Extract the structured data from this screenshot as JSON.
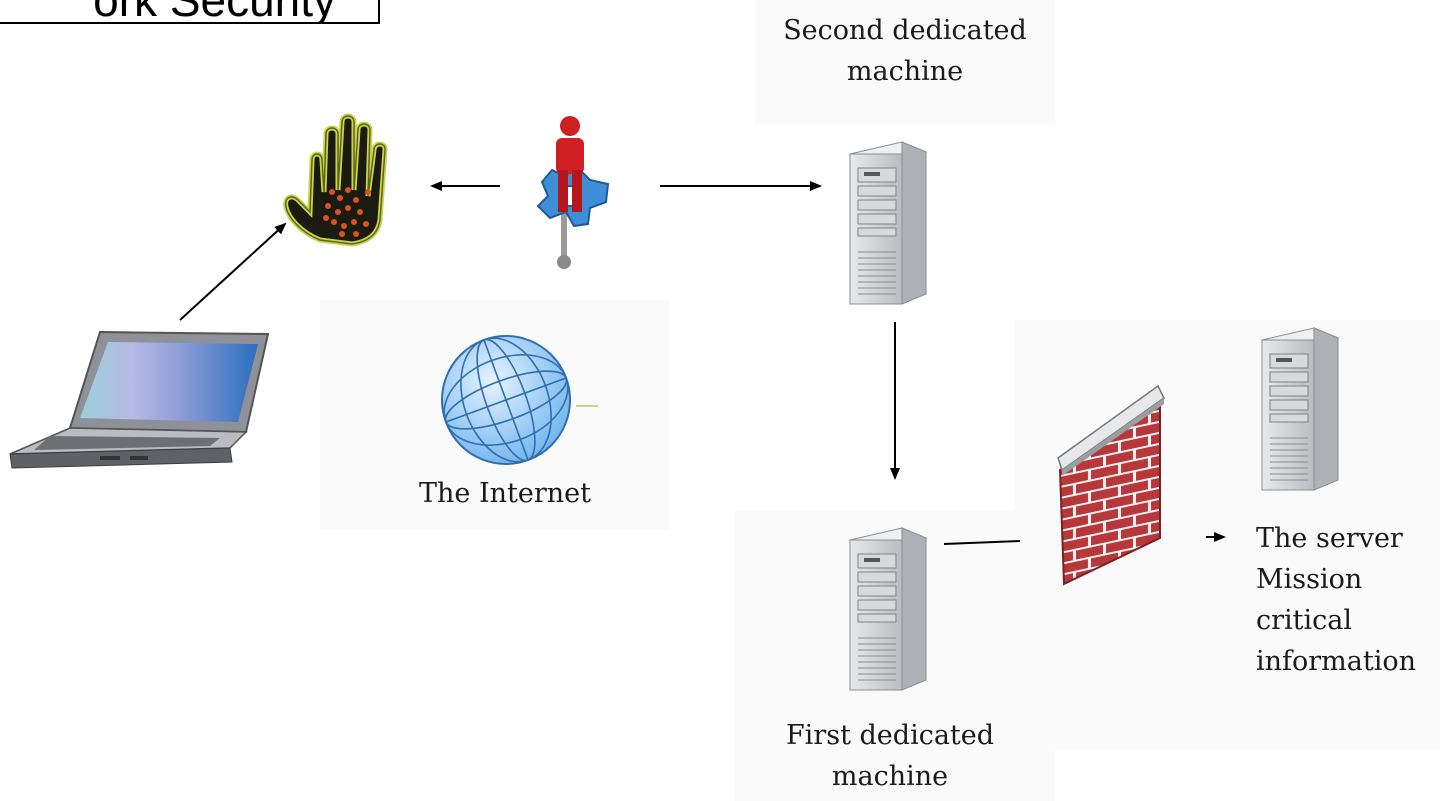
{
  "title": "ork Security",
  "nodes": {
    "second_machine": {
      "label": [
        "Second dedicated",
        "machine"
      ],
      "icon": "server-tower-icon"
    },
    "first_machine": {
      "label": [
        "First dedicated",
        "machine"
      ],
      "icon": "server-tower-icon"
    },
    "internet": {
      "label": "The Internet",
      "icon": "globe-icon"
    },
    "server": {
      "label": [
        "The server",
        "Mission",
        "critical",
        "information"
      ],
      "icon": "server-tower-icon"
    },
    "laptop": {
      "icon": "laptop-icon"
    },
    "hand": {
      "icon": "hand-stop-icon"
    },
    "agent": {
      "icon": "person-gear-key-icon"
    },
    "firewall": {
      "icon": "firewall-brick-wall-icon"
    }
  },
  "colors": {
    "brick": "#b8373a",
    "mortar": "#f2f2f2",
    "server": "#c9ccd0",
    "globe": "#3d8fd6",
    "hand_glow": "#c9d64b",
    "person": "#d01f24",
    "gear": "#3f8fd8"
  }
}
